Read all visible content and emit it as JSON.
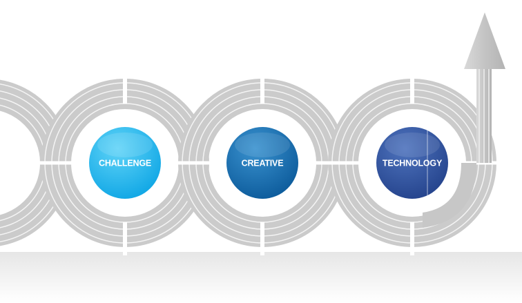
{
  "diagram": {
    "nodes": [
      {
        "label": "CHALLENGE",
        "color_light": "#5fd3f7",
        "color_dark": "#14a9e6"
      },
      {
        "label": "CREATIVE",
        "color_light": "#3a92cf",
        "color_dark": "#0f5e9e"
      },
      {
        "label": "TECHNOLOGY",
        "color_light": "#4e73bd",
        "color_dark": "#27468f"
      }
    ],
    "arrow": {
      "direction": "up",
      "icon": "up-arrow-icon"
    },
    "colors": {
      "background": "#ffffff",
      "band": "#c9c9c9",
      "band_stripe": "#f4f4f4",
      "reflection": "#ececec"
    }
  }
}
